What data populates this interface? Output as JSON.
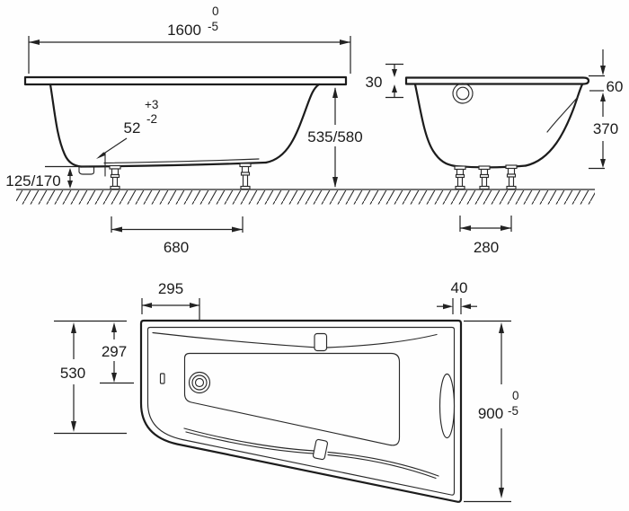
{
  "dims": {
    "side": {
      "length": "1600",
      "length_tol_top": "0",
      "length_tol_bottom": "-5",
      "drain_height": "52",
      "drain_tol_top": "+3",
      "drain_tol_bottom": "-2",
      "overall_height": "535/580",
      "base_clearance": "125/170",
      "leg_spacing": "680"
    },
    "end": {
      "rim_thickness": "30",
      "rim_drop": "60",
      "body_depth": "370",
      "leg_spacing": "280"
    },
    "plan": {
      "drain_from_left": "295",
      "right_rim_width": "40",
      "drain_from_top": "297",
      "narrow_end_width": "530",
      "overall_width": "900",
      "width_tol_top": "0",
      "width_tol_bottom": "-5"
    }
  }
}
